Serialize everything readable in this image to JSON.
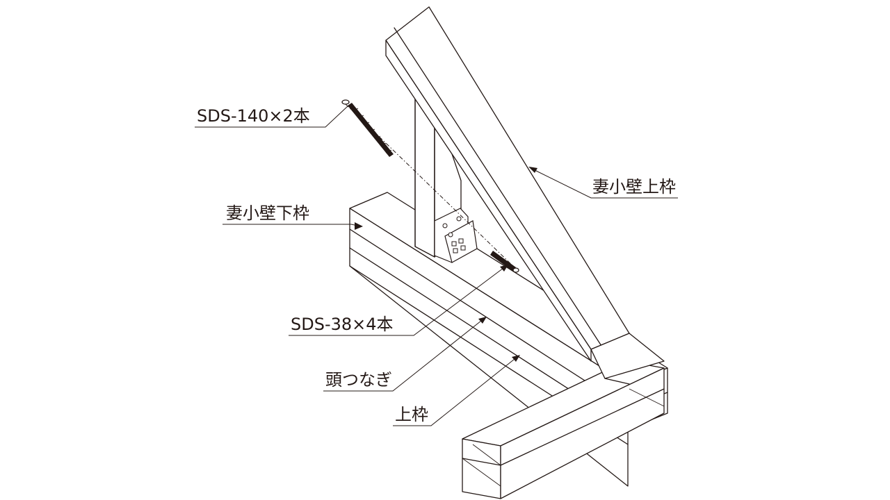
{
  "labels": {
    "sds140": "SDS-140×2本",
    "upper_gable_frame": "妻小壁上枠",
    "lower_gable_frame": "妻小壁下枠",
    "sds38": "SDS-38×4本",
    "head_tie": "頭つなぎ",
    "top_plate": "上枠"
  },
  "colors": {
    "line": "#231815",
    "background": "#ffffff"
  }
}
